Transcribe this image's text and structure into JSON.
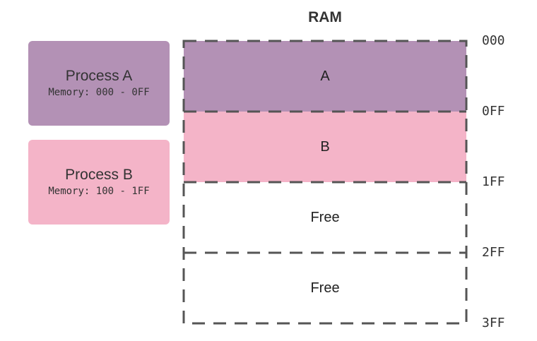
{
  "ram": {
    "title": "RAM",
    "segments": [
      {
        "label": "A",
        "color": "#b391b5"
      },
      {
        "label": "B",
        "color": "#f4b4c8"
      },
      {
        "label": "Free",
        "color": "#ffffff"
      },
      {
        "label": "Free",
        "color": "#ffffff"
      }
    ],
    "addresses": [
      "000",
      "0FF",
      "1FF",
      "2FF",
      "3FF"
    ]
  },
  "processes": [
    {
      "name": "Process A",
      "memory": "Memory: 000 - 0FF",
      "color": "#b391b5"
    },
    {
      "name": "Process B",
      "memory": "Memory: 100 - 1FF",
      "color": "#f4b4c8"
    }
  ]
}
